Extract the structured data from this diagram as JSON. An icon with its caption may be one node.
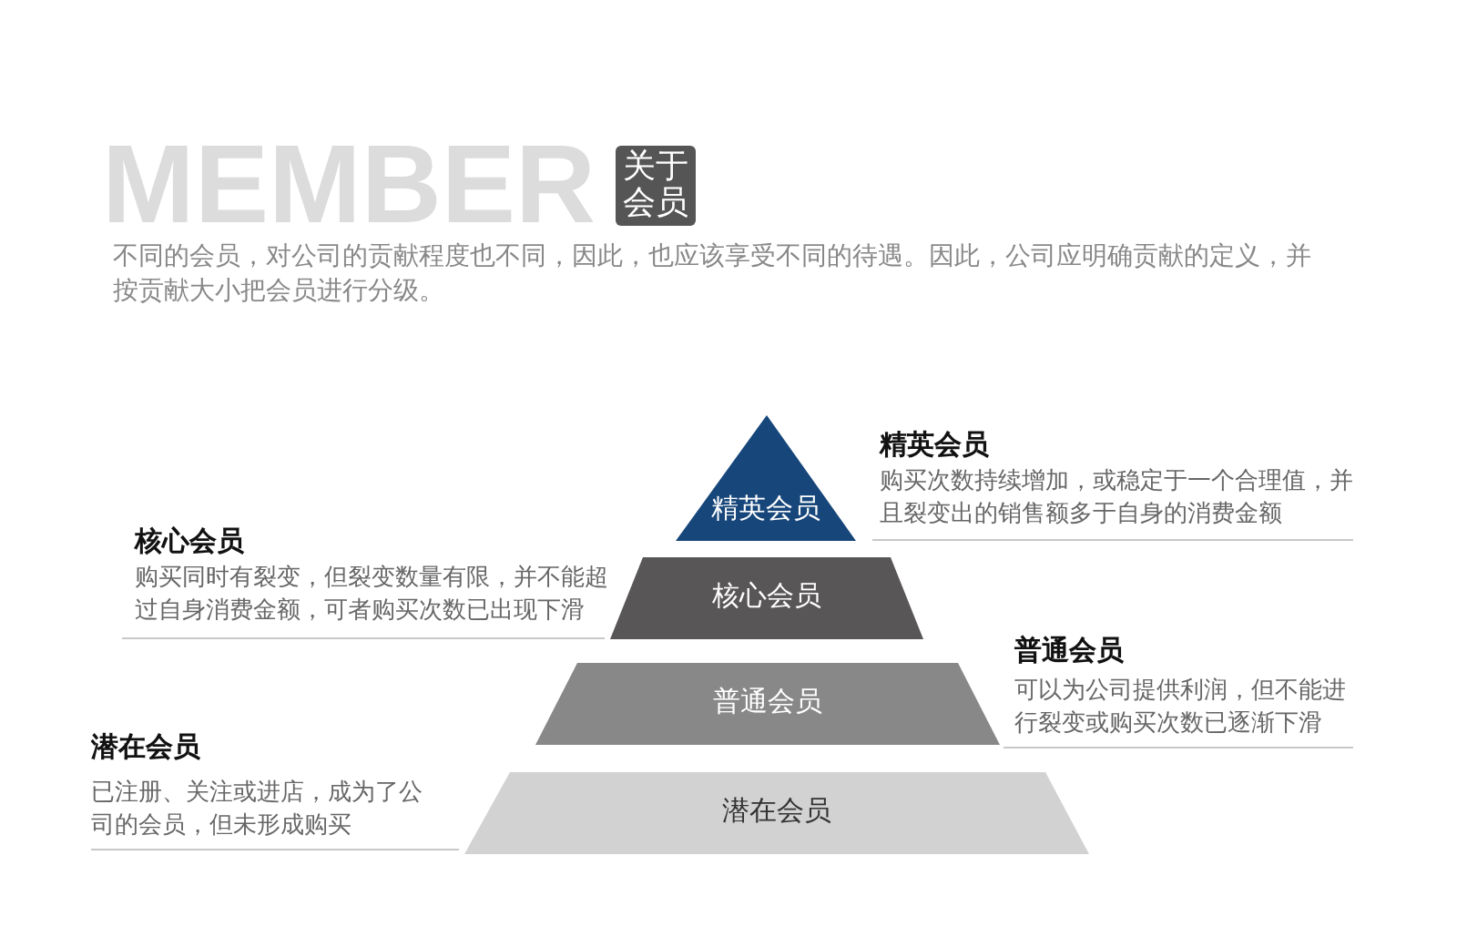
{
  "diagram": {
    "title": "MEMBER",
    "nodes": [
      {
        "text": [
          "精英会员"
        ]
      },
      {
        "text": [
          "核心会员"
        ]
      },
      {
        "text": [
          "普通会员"
        ]
      },
      {
        "text": [
          "潜在会员"
        ]
      }
    ],
    "labels": [
      "关于会员",
      "不同的会员，对公司的贡献程度也不同，因此，也应该享受不同的待遇。因此，公司应明确贡献的定义，并按贡献大小把会员进行分级。",
      "精英会员",
      "购买次数持续增加，或稳定于一个合理值，并且裂变出的销售额多于自身的消费金额",
      "核心会员",
      "购买同时有裂变，但裂变数量有限，并不能超过自身消费金额，可者购买次数已出现下滑",
      "普通会员",
      "可以为公司提供利润，但不能进行裂变或购买次数已逐渐下滑",
      "潜在会员",
      "已注册、关注或进店，成为了公司的会员，但未形成购买"
    ]
  }
}
